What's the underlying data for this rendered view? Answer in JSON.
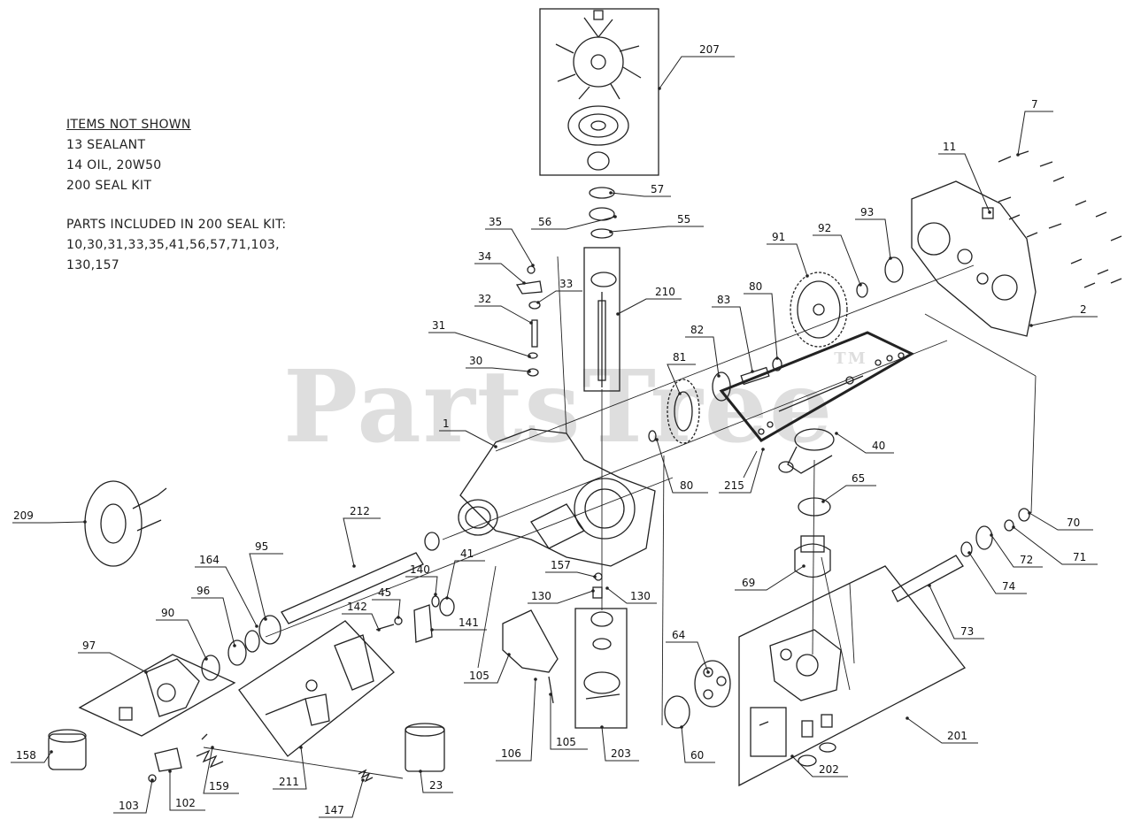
{
  "notes": {
    "items_not_shown_heading": "ITEMS NOT SHOWN",
    "items_not_shown": [
      "13 SEALANT",
      "14 OIL, 20W50",
      "200 SEAL KIT"
    ],
    "seal_kit_heading": "PARTS INCLUDED IN 200 SEAL KIT:",
    "seal_kit_lines": [
      "10,30,31,33,35,41,56,57,71,103,",
      "130,157"
    ]
  },
  "watermark": {
    "text": "PartsTree",
    "tm": "TM"
  },
  "callouts": [
    "207",
    "57",
    "56",
    "55",
    "35",
    "34",
    "33",
    "32",
    "210",
    "31",
    "30",
    "1",
    "7",
    "11",
    "93",
    "2",
    "92",
    "91",
    "80",
    "83",
    "82",
    "81",
    "80",
    "40",
    "215",
    "65",
    "70",
    "71",
    "72",
    "74",
    "69",
    "73",
    "209",
    "212",
    "164",
    "95",
    "41",
    "140",
    "157",
    "130",
    "130",
    "96",
    "45",
    "142",
    "141",
    "90",
    "97",
    "64",
    "105",
    "201",
    "106",
    "105",
    "203",
    "60",
    "202",
    "158",
    "211",
    "159",
    "147",
    "103",
    "102",
    "23"
  ]
}
